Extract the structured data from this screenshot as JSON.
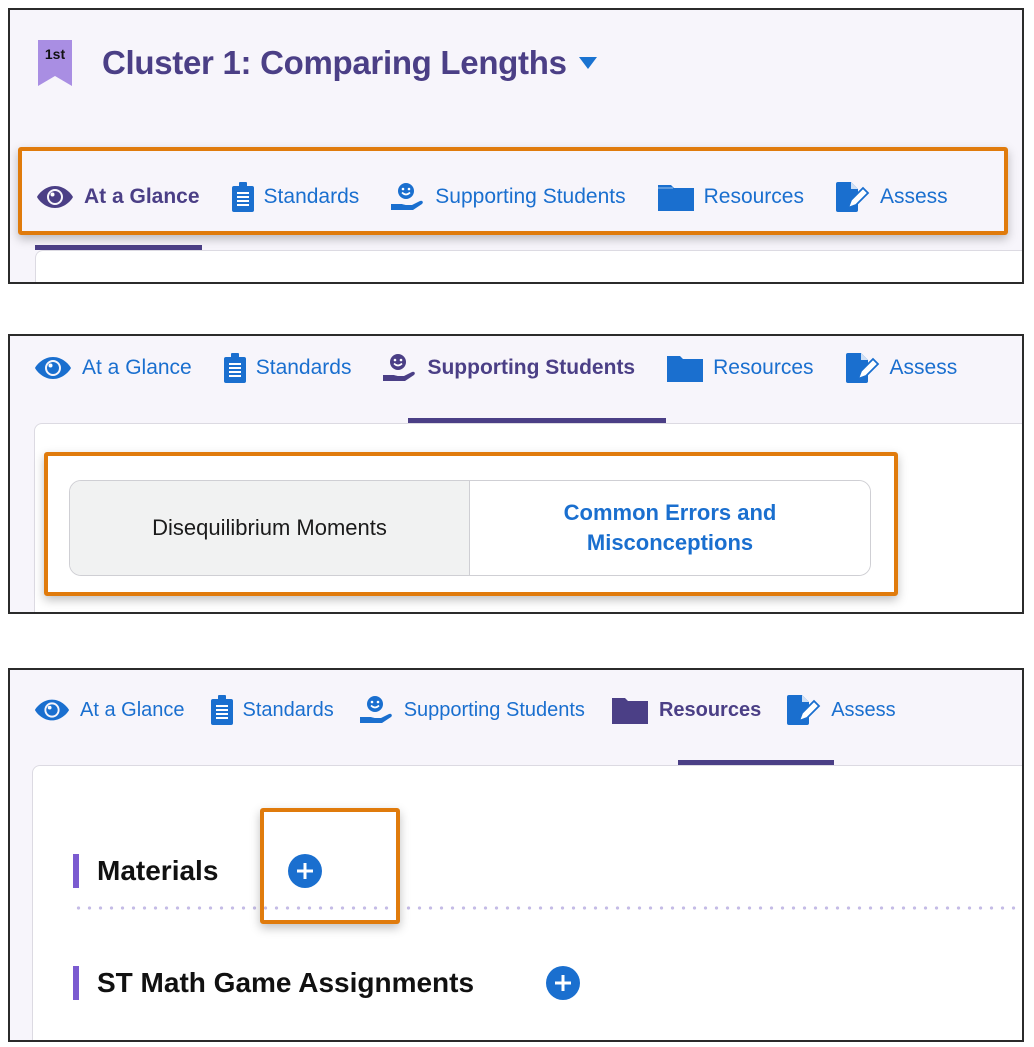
{
  "panel1": {
    "grade_badge": "1st",
    "cluster_title": "Cluster 1: Comparing Lengths",
    "active_tab": "At a Glance"
  },
  "tabs": [
    {
      "label": "At a Glance",
      "icon": "eye-icon"
    },
    {
      "label": "Standards",
      "icon": "clipboard-icon"
    },
    {
      "label": "Supporting Students",
      "icon": "hand-smile-icon"
    },
    {
      "label": "Resources",
      "icon": "folder-icon"
    },
    {
      "label": "Assess",
      "icon": "document-pencil-icon"
    }
  ],
  "panel2": {
    "active_tab": "Supporting Students",
    "segments": [
      {
        "label": "Disequilibrium Moments",
        "selected": false
      },
      {
        "label": "Common Errors and Misconceptions",
        "selected": true
      }
    ]
  },
  "panel3": {
    "active_tab": "Resources",
    "sections": [
      {
        "label": "Materials",
        "action": "add"
      },
      {
        "label": "ST Math Game Assignments",
        "action": "add"
      }
    ]
  },
  "colors": {
    "highlight": "#e07b0c",
    "brand_purple": "#4b3f86",
    "link_blue": "#1a6fcf",
    "section_bar": "#7b5bd0"
  }
}
